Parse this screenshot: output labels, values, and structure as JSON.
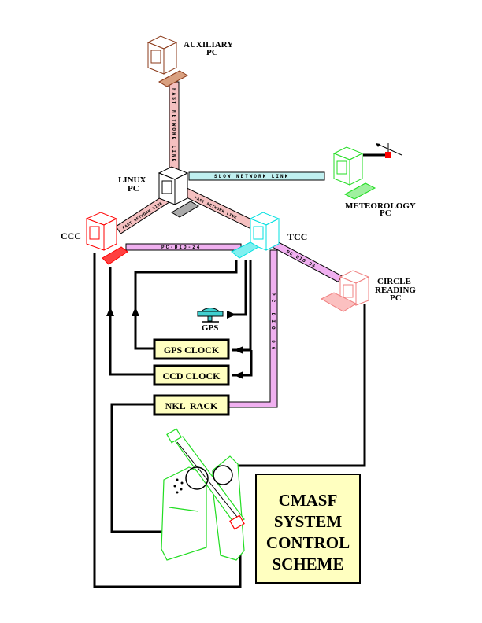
{
  "title": {
    "lines": [
      "CMASF",
      "SYSTEM",
      "CONTROL",
      "SCHEME"
    ]
  },
  "colors": {
    "auxiliary_pc": "#8b3a1a",
    "linux_pc": "#000000",
    "meteorology_pc": "#22dd22",
    "ccc": "#ff0000",
    "tcc": "#00e0e0",
    "circle_reading_pc": "#f08080",
    "fast_link": "#f5c0c0",
    "slow_link": "#c0f0f0",
    "pc_dio": "#f0b0f0",
    "box_fill": "#ffffc0",
    "telescope": "#22dd22",
    "wind_sensor": "#ff0000"
  },
  "nodes": {
    "auxiliary_pc": {
      "label_lines": [
        "AUXILIARY",
        "PC"
      ]
    },
    "linux_pc": {
      "label_lines": [
        "LINUX",
        "PC"
      ]
    },
    "meteorology_pc": {
      "label_lines": [
        "METEOROLOGY",
        "PC"
      ]
    },
    "ccc": {
      "label_lines": [
        "CCC"
      ]
    },
    "tcc": {
      "label_lines": [
        "TCC"
      ]
    },
    "circle_reading_pc": {
      "label_lines": [
        "CIRCLE",
        "READING",
        "PC"
      ]
    },
    "gps": {
      "label": "GPS"
    }
  },
  "links": {
    "aux_linux": "FAST NETWORK LINK",
    "linux_meteo": "SLOW NETWORK LINK",
    "linux_ccc": "FAST NETWORK LINK",
    "linux_tcc": "FAST NETWORK LINK",
    "ccc_tcc": "PC-DIO-24",
    "tcc_circle": "PC DIO 96",
    "tcc_nkl": "PC DIO 96"
  },
  "boxes": {
    "gps_clock": "GPS CLOCK",
    "ccd_clock": "CCD CLOCK",
    "nkl_rack": "NKL  RACK"
  }
}
